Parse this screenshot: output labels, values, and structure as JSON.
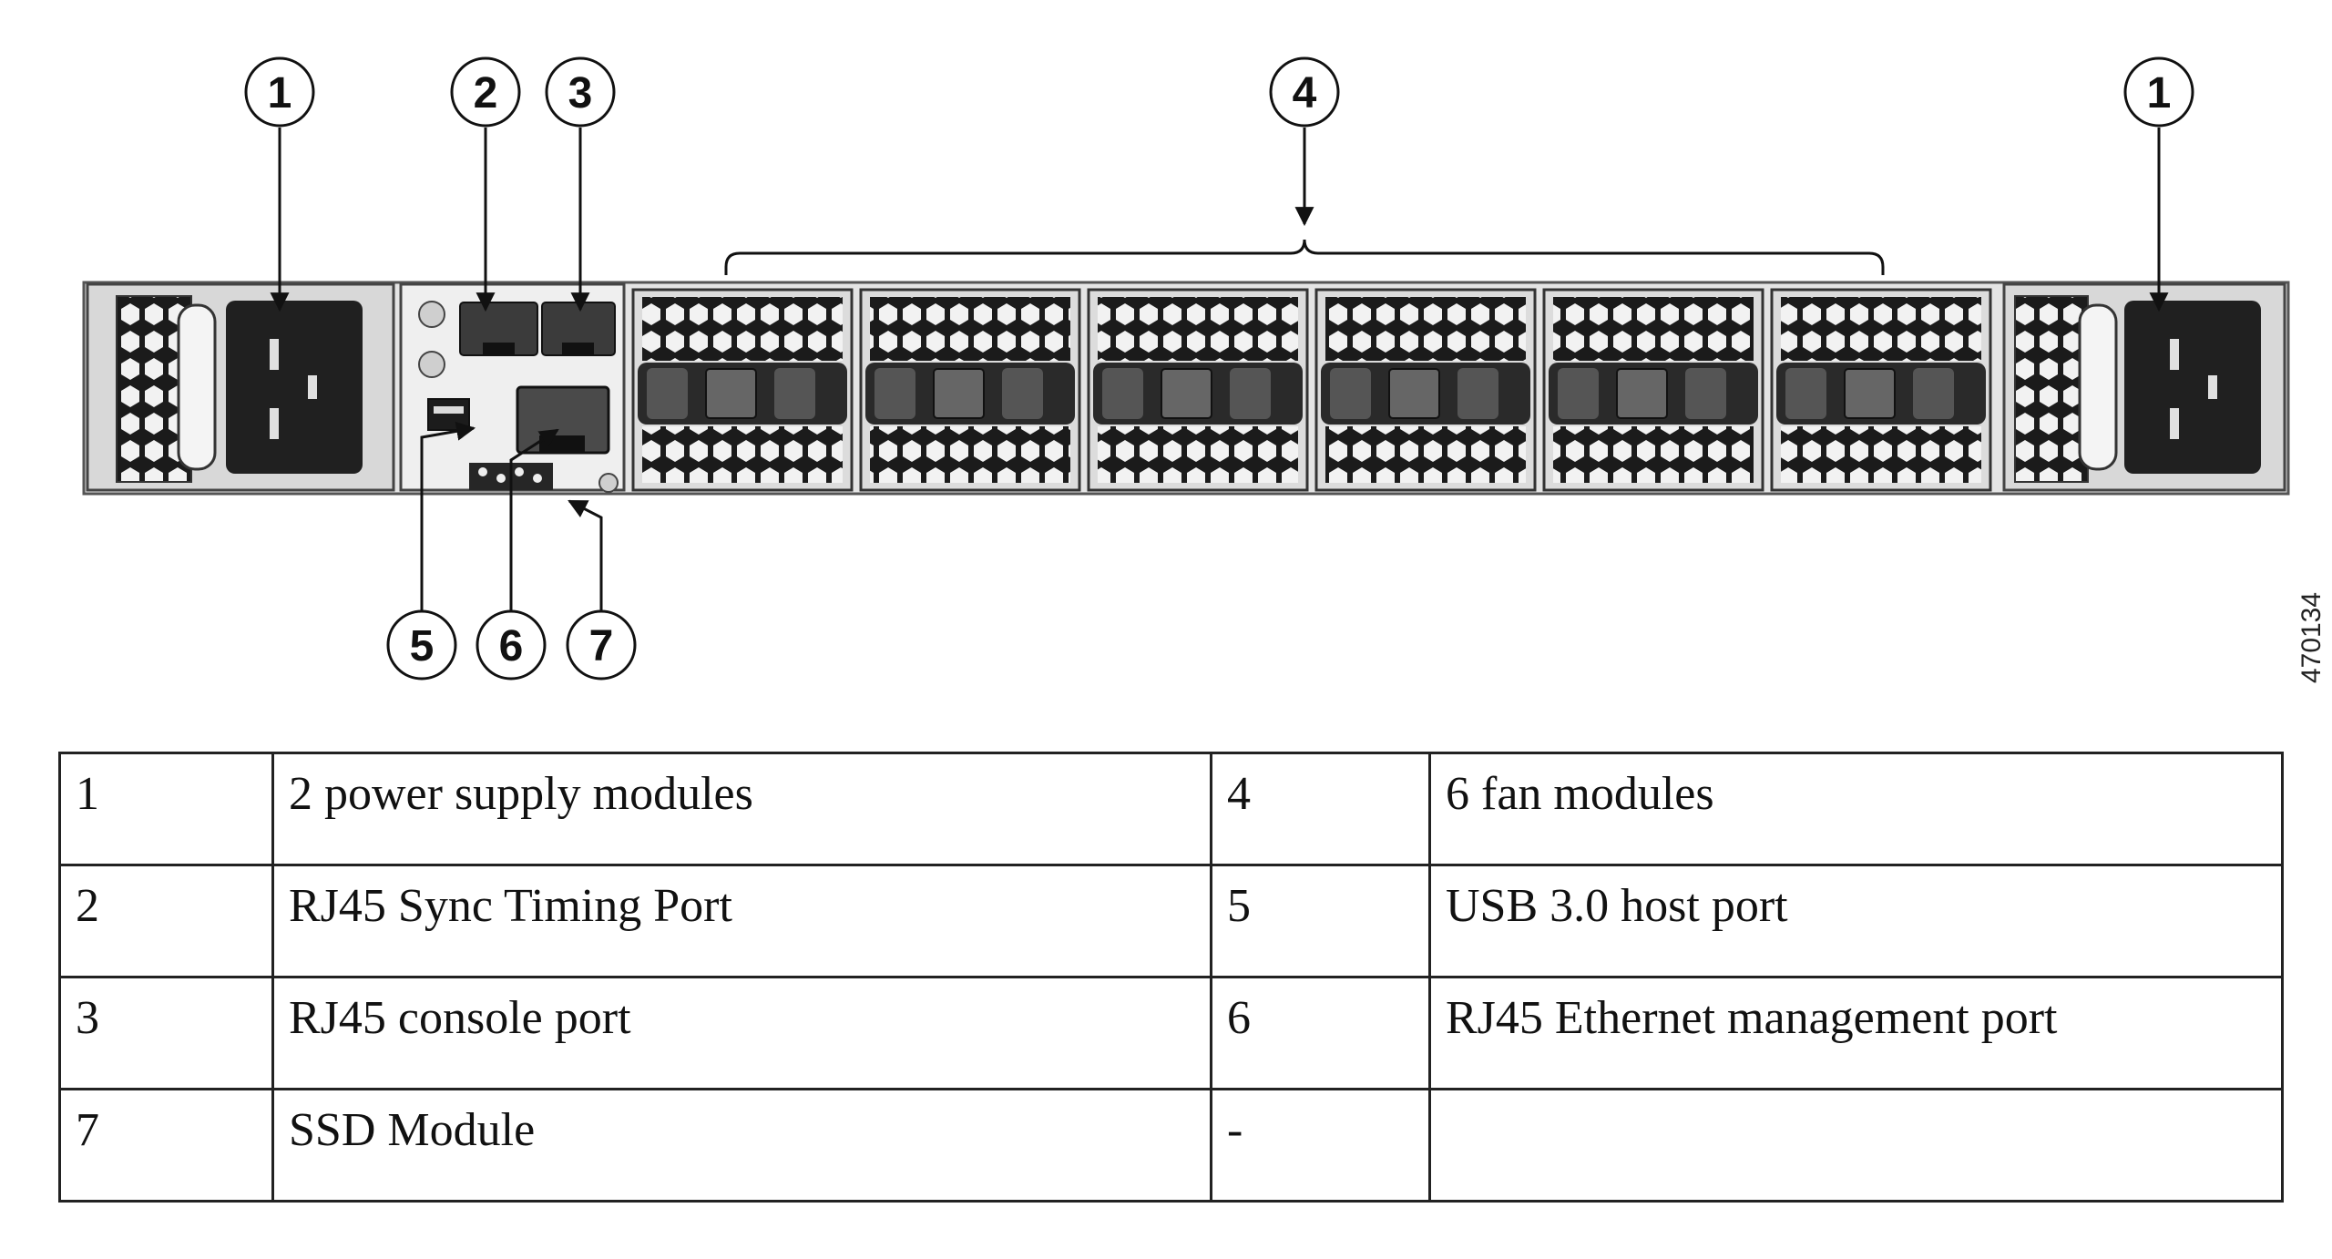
{
  "callouts": [
    {
      "id": "callout-1-left",
      "number": "1"
    },
    {
      "id": "callout-2",
      "number": "2"
    },
    {
      "id": "callout-3",
      "number": "3"
    },
    {
      "id": "callout-4",
      "number": "4"
    },
    {
      "id": "callout-1-right",
      "number": "1"
    },
    {
      "id": "callout-5",
      "number": "5"
    },
    {
      "id": "callout-6",
      "number": "6"
    },
    {
      "id": "callout-7",
      "number": "7"
    }
  ],
  "figure_id": "470134",
  "legend": {
    "rows": [
      [
        {
          "num": "1",
          "desc": "2 power supply modules"
        },
        {
          "num": "4",
          "desc": "6 fan modules"
        }
      ],
      [
        {
          "num": "2",
          "desc": "RJ45 Sync Timing Port"
        },
        {
          "num": "5",
          "desc": "USB 3.0 host port"
        }
      ],
      [
        {
          "num": "3",
          "desc": "RJ45 console port"
        },
        {
          "num": "6",
          "desc": "RJ45 Ethernet management port"
        }
      ],
      [
        {
          "num": "7",
          "desc": "SSD Module"
        },
        {
          "num": "-",
          "desc": ""
        }
      ]
    ]
  }
}
